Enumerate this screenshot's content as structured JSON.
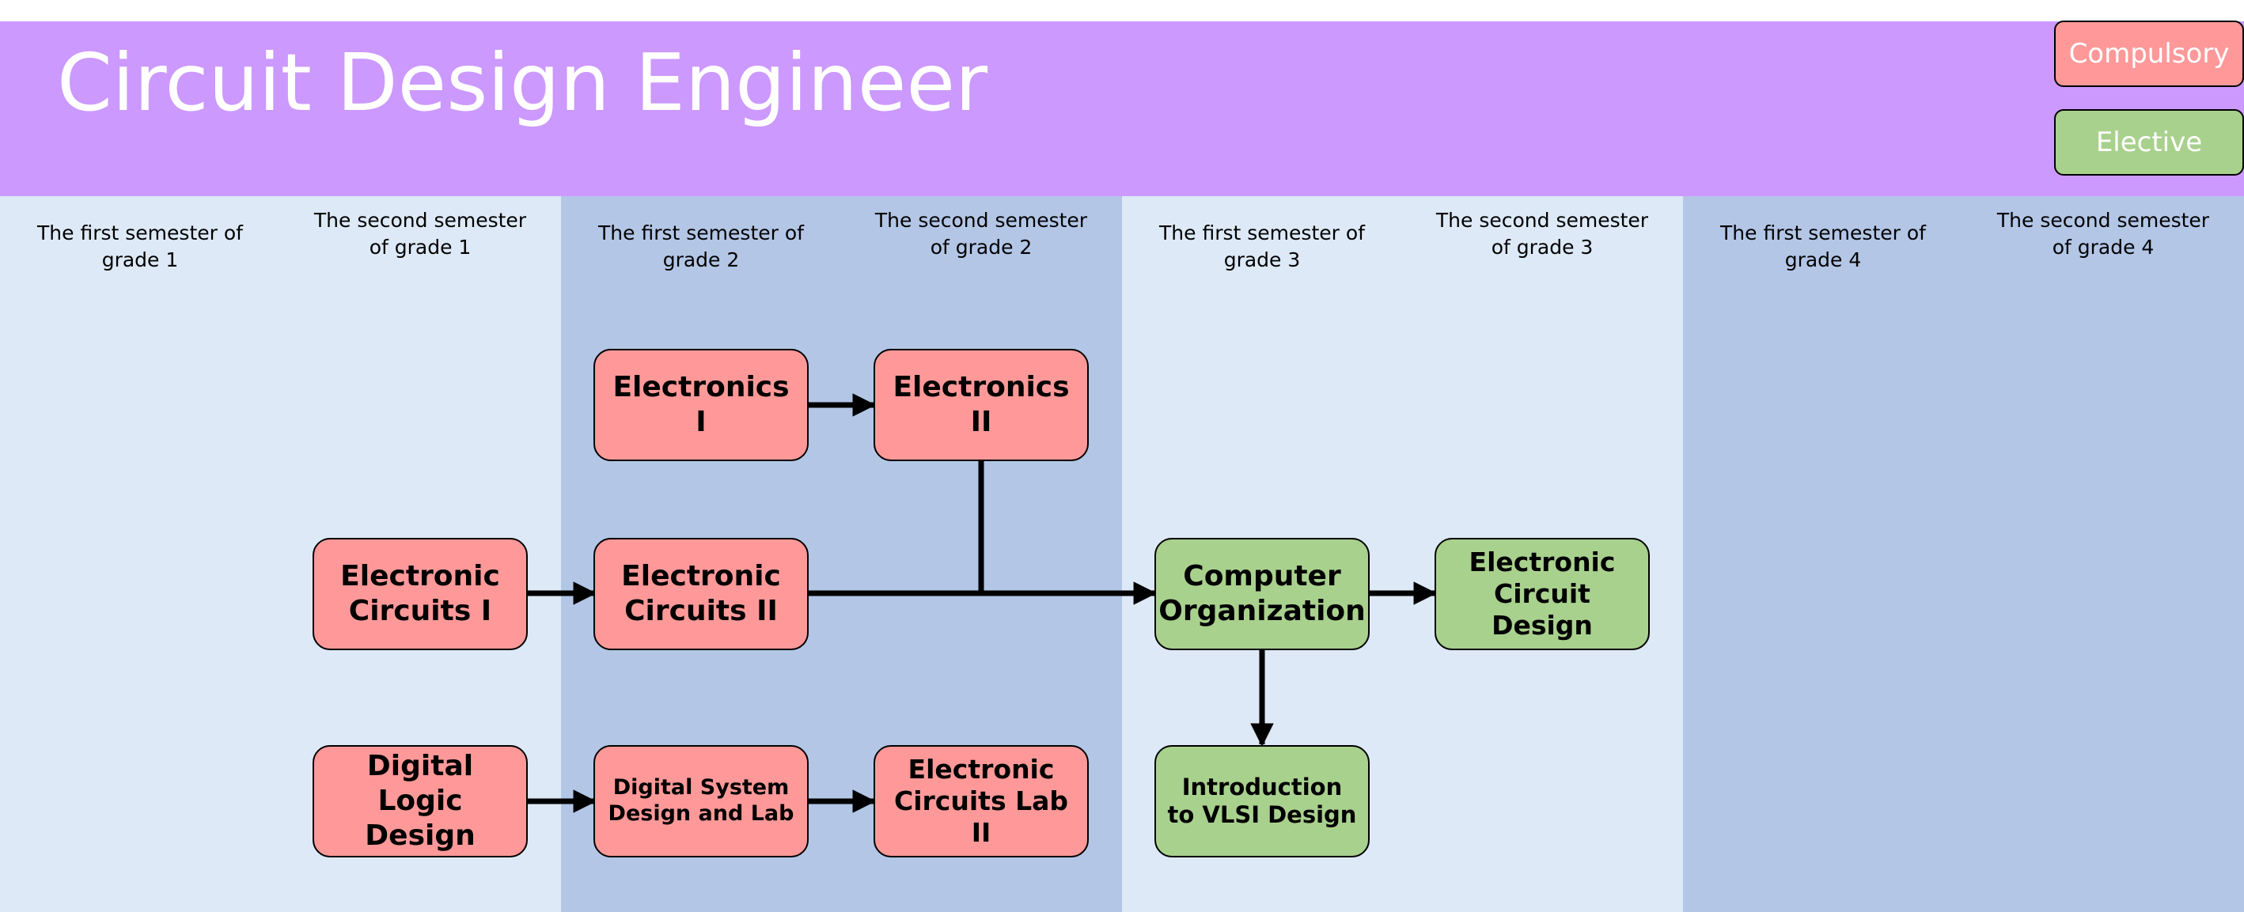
{
  "header": {
    "title": "Circuit Design Engineer",
    "banner_color": "#cc99ff"
  },
  "legend": {
    "compulsory": "Compulsory",
    "elective": "Elective",
    "compulsory_color": "#ff9999",
    "elective_color": "#a9d18e"
  },
  "semesters": [
    "The first semester of grade 1",
    "The second semester of grade 1",
    "The first semester of grade 2",
    "The second semester of grade 2",
    "The first semester of grade 3",
    "The second semester of grade 3",
    "The first semester of grade 4",
    "The second semester of grade 4"
  ],
  "courses": {
    "electronics_1": "Electronics I",
    "electronics_2": "Electronics II",
    "electronic_circuits_1": "Electronic Circuits I",
    "electronic_circuits_2": "Electronic Circuits II",
    "computer_organization": "Computer Organization",
    "electronic_circuit_design": "Electronic Circuit Design",
    "digital_logic_design": "Digital Logic Design",
    "digital_system_design_lab": "Digital System Design and Lab",
    "electronic_circuits_lab_2": "Electronic Circuits Lab II",
    "intro_vlsi_design": "Introduction to VLSI Design"
  },
  "connections": [
    {
      "from": "electronics_1",
      "to": "electronics_2"
    },
    {
      "from": "electronic_circuits_1",
      "to": "electronic_circuits_2"
    },
    {
      "from": "electronic_circuits_2",
      "to": "computer_organization"
    },
    {
      "from": "electronics_2",
      "to": "computer_organization"
    },
    {
      "from": "computer_organization",
      "to": "electronic_circuit_design"
    },
    {
      "from": "computer_organization",
      "to": "intro_vlsi_design"
    },
    {
      "from": "digital_logic_design",
      "to": "digital_system_design_lab"
    },
    {
      "from": "digital_system_design_lab",
      "to": "electronic_circuits_lab_2"
    }
  ]
}
